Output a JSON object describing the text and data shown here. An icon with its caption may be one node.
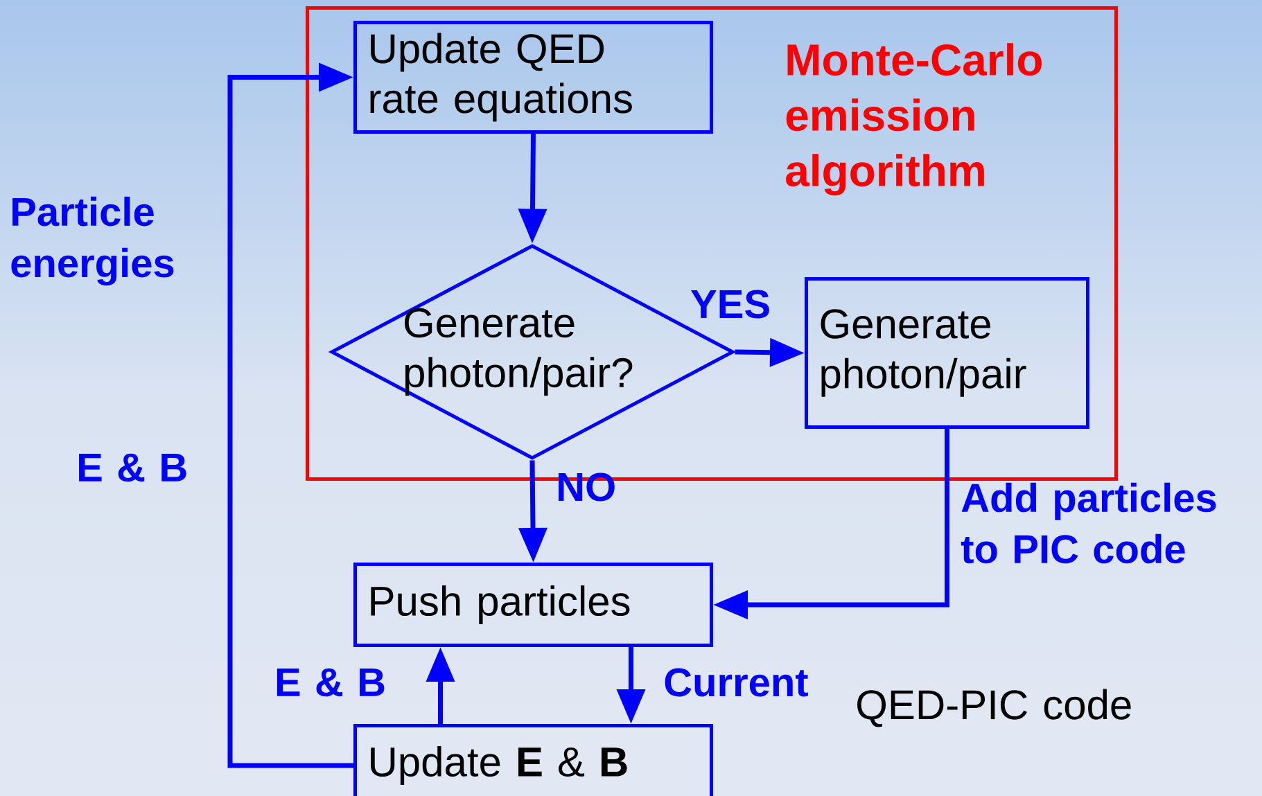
{
  "diagram": {
    "nodes": [
      {
        "text": [
          "Monte-Carlo emission algorithm"
        ]
      },
      {
        "text": [
          "Update QED rate equations"
        ],
        "in": 0
      },
      {
        "text": [
          "Generate photon/pair?"
        ],
        "in": 0
      },
      {
        "text": [
          "Generate photon/pair"
        ],
        "in": 0
      },
      {
        "text": [
          "Push particles"
        ]
      },
      {
        "text": [
          "Update **E** & **B**"
        ]
      }
    ],
    "edges": [
      {
        "from": 5,
        "to": 1,
        "arrow": "to"
      },
      {
        "from": 1,
        "to": 2,
        "arrow": "to"
      },
      {
        "from": 2,
        "to": 3,
        "arrow": "to",
        "label": "YES"
      },
      {
        "from": 2,
        "to": 4,
        "arrow": "to",
        "label": "NO"
      },
      {
        "from": 3,
        "to": 4,
        "arrow": "to",
        "label": "Add particles to PIC code"
      },
      {
        "from": 5,
        "to": 4,
        "arrow": "to",
        "label": "E & B"
      },
      {
        "from": 4,
        "to": 5,
        "arrow": "to",
        "label": "Current"
      }
    ],
    "labels": [
      "Particle energies",
      "E & B",
      "QED-PIC code"
    ]
  }
}
